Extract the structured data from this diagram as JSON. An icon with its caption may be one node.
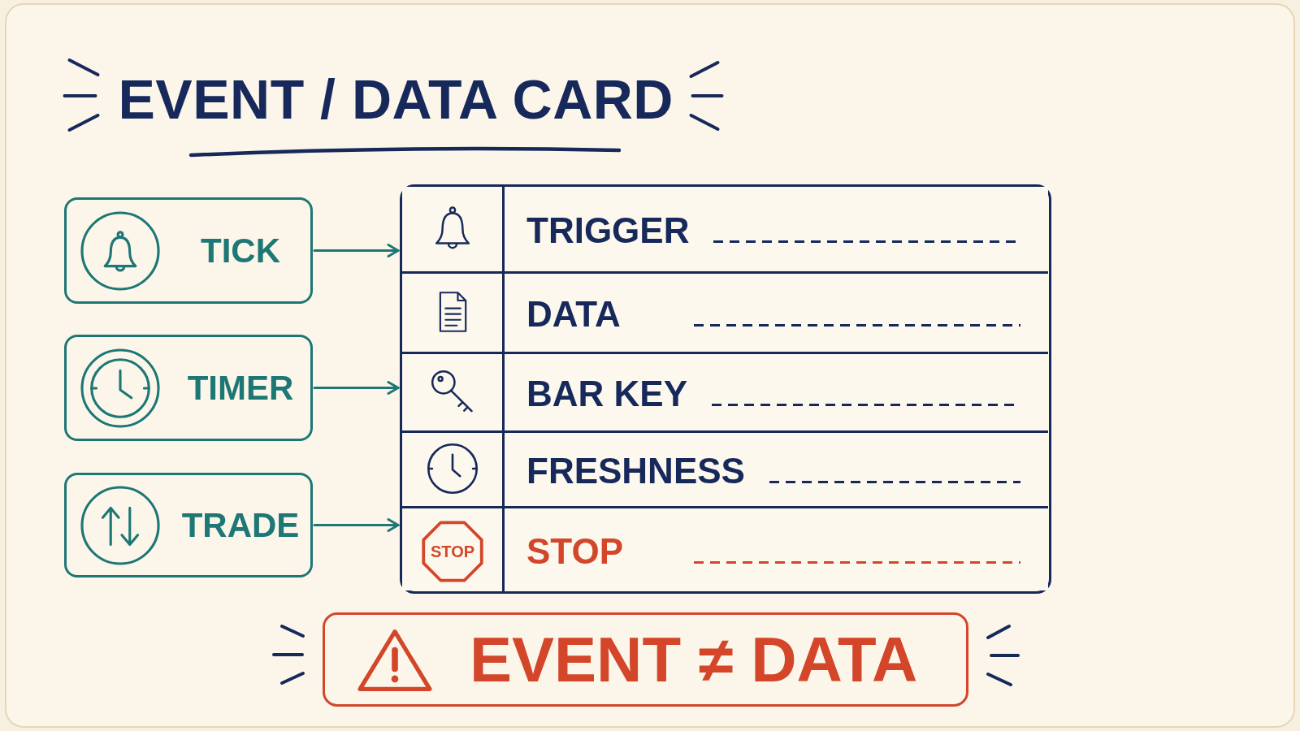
{
  "diagram": {
    "title": "EVENT / DATA CARD",
    "nodes": [
      {
        "text": [
          "TICK"
        ]
      },
      {
        "text": [
          "TIMER"
        ]
      },
      {
        "text": [
          "TRADE"
        ]
      },
      {
        "text": [],
        "shape": "box"
      },
      {
        "text": [
          "TRIGGER"
        ],
        "in": 3
      },
      {
        "text": [
          "DATA"
        ],
        "in": 3
      },
      {
        "text": [
          "BAR KEY"
        ],
        "in": 3
      },
      {
        "text": [
          "FRESHNESS"
        ],
        "in": 3
      },
      {
        "text": [
          "STOP"
        ],
        "in": 3
      },
      {
        "text": [
          "STOP"
        ],
        "in": 8
      },
      {
        "text": [
          "EVENT ≠ DATA"
        ]
      }
    ],
    "edges": [
      {
        "from": 0,
        "to": 3,
        "arrow": "to"
      },
      {
        "from": 1,
        "to": 3,
        "arrow": "to"
      },
      {
        "from": 2,
        "to": 3,
        "arrow": "to"
      }
    ]
  }
}
